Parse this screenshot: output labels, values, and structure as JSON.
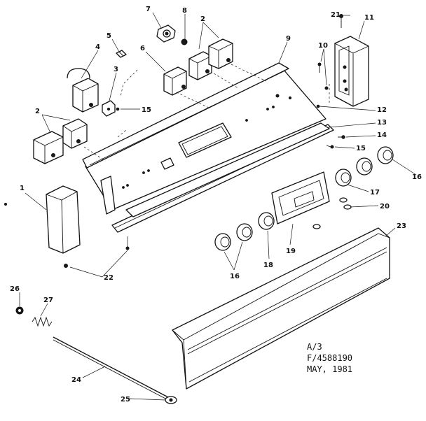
{
  "callouts": [
    {
      "id": "c1",
      "text": "1"
    },
    {
      "id": "c2a",
      "text": "2"
    },
    {
      "id": "c2b",
      "text": "2"
    },
    {
      "id": "c3",
      "text": "3"
    },
    {
      "id": "c4",
      "text": "4"
    },
    {
      "id": "c5",
      "text": "5"
    },
    {
      "id": "c6",
      "text": "6"
    },
    {
      "id": "c7",
      "text": "7"
    },
    {
      "id": "c8",
      "text": "8"
    },
    {
      "id": "c9",
      "text": "9"
    },
    {
      "id": "c10",
      "text": "10"
    },
    {
      "id": "c11",
      "text": "11"
    },
    {
      "id": "c12",
      "text": "12"
    },
    {
      "id": "c13",
      "text": "13"
    },
    {
      "id": "c14",
      "text": "14"
    },
    {
      "id": "c15a",
      "text": "15"
    },
    {
      "id": "c15b",
      "text": "15"
    },
    {
      "id": "c16a",
      "text": "16"
    },
    {
      "id": "c16b",
      "text": "16"
    },
    {
      "id": "c17",
      "text": "17"
    },
    {
      "id": "c18",
      "text": "18"
    },
    {
      "id": "c19",
      "text": "19"
    },
    {
      "id": "c20",
      "text": "20"
    },
    {
      "id": "c21",
      "text": "21"
    },
    {
      "id": "c22",
      "text": "22"
    },
    {
      "id": "c23",
      "text": "23"
    },
    {
      "id": "c24",
      "text": "24"
    },
    {
      "id": "c25",
      "text": "25"
    },
    {
      "id": "c26",
      "text": "26"
    },
    {
      "id": "c27",
      "text": "27"
    }
  ],
  "caption": {
    "line1": "A/3",
    "line2": "F/4588190",
    "line3": "MAY, 1981"
  }
}
